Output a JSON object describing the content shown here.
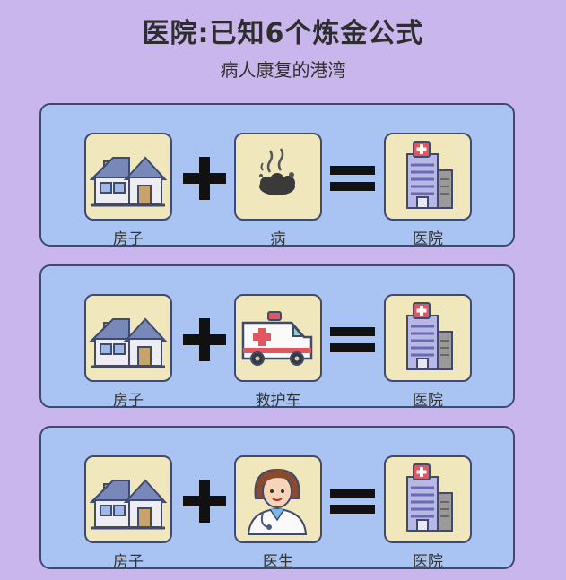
{
  "header": {
    "title": "医院:已知6个炼金公式",
    "subtitle": "病人康复的港湾"
  },
  "recipes": [
    {
      "input1": {
        "label": "房子",
        "icon": "house-icon"
      },
      "input2": {
        "label": "病",
        "icon": "sickness-icon"
      },
      "output": {
        "label": "医院",
        "icon": "hospital-icon"
      }
    },
    {
      "input1": {
        "label": "房子",
        "icon": "house-icon"
      },
      "input2": {
        "label": "救护车",
        "icon": "ambulance-icon"
      },
      "output": {
        "label": "医院",
        "icon": "hospital-icon"
      }
    },
    {
      "input1": {
        "label": "房子",
        "icon": "house-icon"
      },
      "input2": {
        "label": "医生",
        "icon": "doctor-icon"
      },
      "output": {
        "label": "医院",
        "icon": "hospital-icon"
      }
    }
  ],
  "colors": {
    "background": "#c9b6ec",
    "row_background": "#a9c4f3",
    "tile_background": "#f1e7bd",
    "outline": "#3f4a6e"
  }
}
